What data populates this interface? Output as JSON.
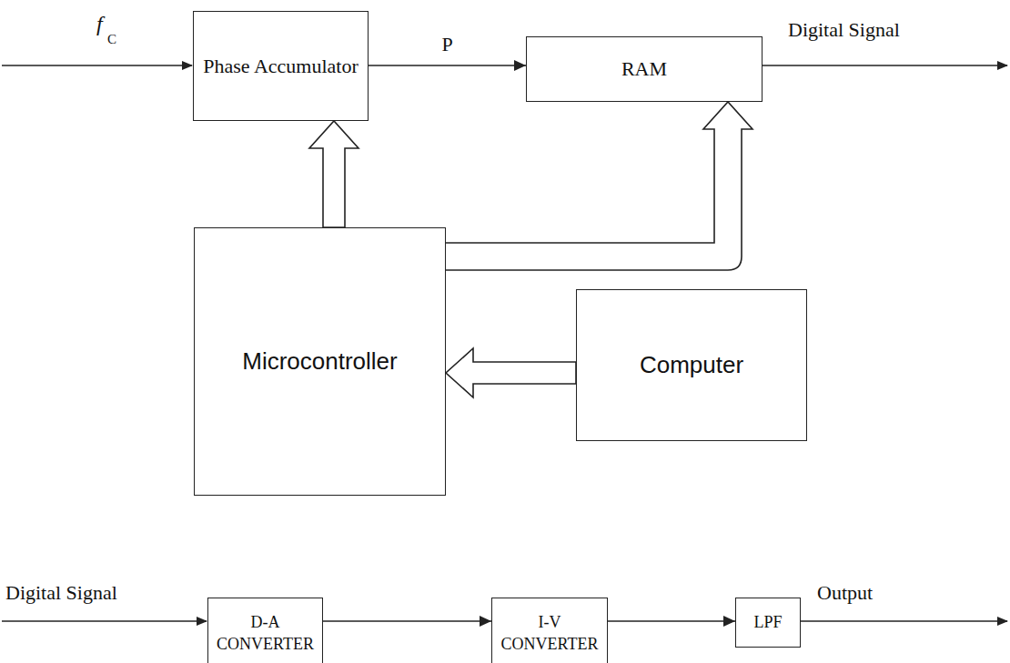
{
  "diagram": {
    "nodes": [
      {
        "text": [
          "Phase Accumulator"
        ]
      },
      {
        "text": [
          "RAM"
        ]
      },
      {
        "text": [
          "Microcontroller"
        ]
      },
      {
        "text": [
          "Computer"
        ]
      },
      {
        "text": [
          "D-A CONVERTER"
        ]
      },
      {
        "text": [
          "I-V CONVERTER"
        ]
      },
      {
        "text": [
          "LPF"
        ]
      }
    ],
    "edges": [
      {
        "from": 0,
        "to": 1,
        "label": "P",
        "arrow": "to"
      },
      {
        "from": 2,
        "to": 0,
        "arrow": "to"
      },
      {
        "from": 2,
        "to": 1,
        "arrow": "to"
      },
      {
        "from": 3,
        "to": 2,
        "arrow": "to"
      },
      {
        "from": 4,
        "to": 5,
        "arrow": "to"
      },
      {
        "from": 5,
        "to": 6,
        "arrow": "to"
      }
    ],
    "labels": [
      "f",
      "C",
      "Digital Signal",
      "Digital Signal",
      "Output"
    ]
  }
}
